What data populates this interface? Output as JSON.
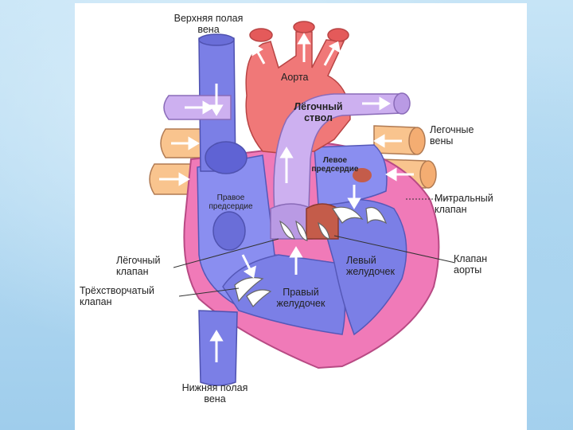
{
  "diagram": {
    "labels": {
      "superior_vena_cava": "Верхняя полая\nвена",
      "aorta": "Аорта",
      "pulmonary_trunk": "Лёгочный\nствол",
      "pulmonary_veins": "Легочные\nвены",
      "left_atrium": "Левое\nпредсердие",
      "right_atrium": "Правое\nпредсердие",
      "mitral_valve": "Митральный\nклапан",
      "pulmonary_valve": "Лёгочный\nклапан",
      "aortic_valve": "Клапан\nаорты",
      "left_ventricle": "Левый\nжелудочек",
      "tricuspid_valve": "Трёхстворчатый\nклапан",
      "right_ventricle": "Правый\nжелудочек",
      "inferior_vena_cava": "Нижняя полая\nвена"
    },
    "colors": {
      "oxygenated": "#f07878",
      "deoxygenated": "#7b7fe6",
      "pulmonary_artery": "#cdb0f0",
      "pulmonary_veins": "#f9c48e",
      "myocardium": "#f07ab8",
      "valves": "#ffffff"
    }
  }
}
